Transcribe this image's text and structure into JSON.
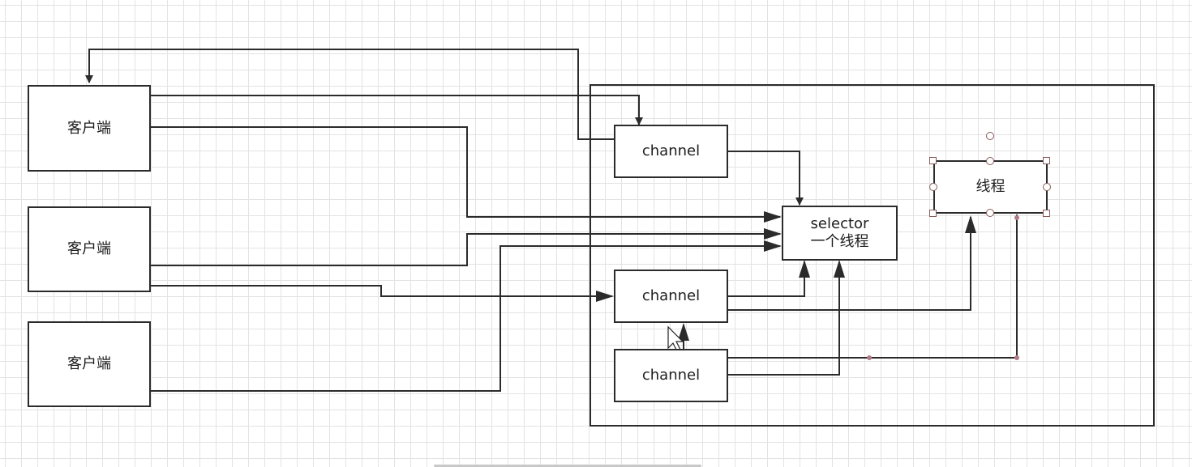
{
  "nodes": {
    "client_1": "客户端",
    "client_2": "客户端",
    "client_3": "客户端",
    "channel_1": "channel",
    "channel_2": "channel",
    "channel_3": "channel",
    "selector_line1": "selector",
    "selector_line2": "一个线程",
    "thread": "线程"
  },
  "colors": {
    "stroke": "#2b2b2b",
    "selection_handle": "#8a5a5a",
    "grid": "#e3e3e3"
  }
}
